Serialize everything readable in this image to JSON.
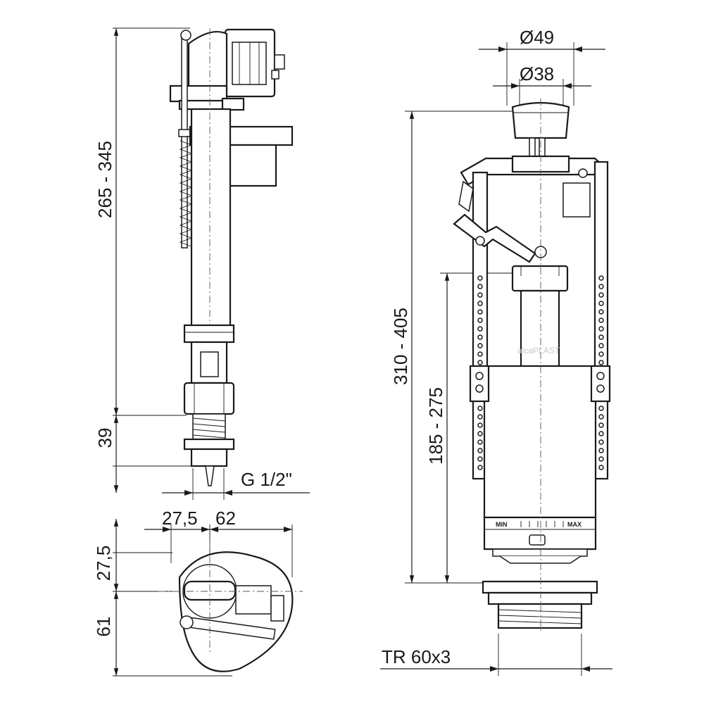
{
  "dimensions": {
    "fill_valve_height": "265 - 345",
    "thread_height": "39",
    "inlet_thread": "G 1/2\"",
    "top_offset": "27,5",
    "top_width": "62",
    "side_offset": "27,5",
    "side_depth": "61",
    "flush_cap_outer": "Ø49",
    "flush_cap_inner": "Ø38",
    "flush_valve_height": "310 - 405",
    "overflow_height": "185 - 275",
    "base_thread": "TR 60x3"
  },
  "scale_labels": {
    "min": "MIN",
    "max": "MAX"
  },
  "watermark": "alcaPLAST"
}
